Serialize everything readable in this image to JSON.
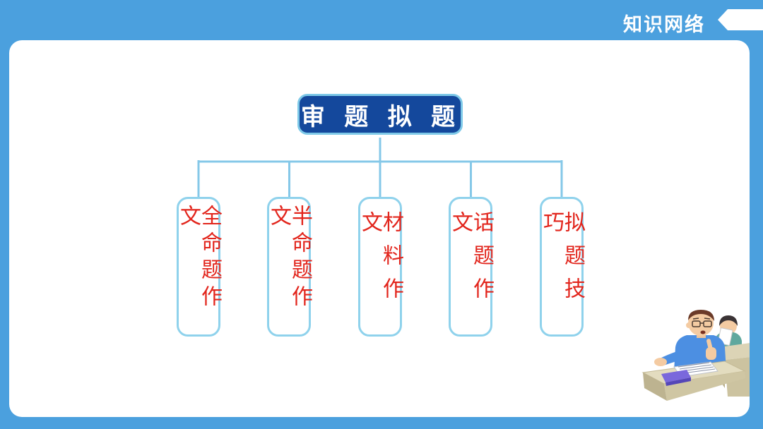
{
  "header": {
    "title": "知识网络",
    "icon": "arrow-left-tag-icon"
  },
  "diagram": {
    "root_label": "审 题 拟 题",
    "children": [
      {
        "label": "全命题作文"
      },
      {
        "label": "半命题作文"
      },
      {
        "label": "材料作文"
      },
      {
        "label": "话题作文"
      },
      {
        "label": "拟题技巧"
      }
    ]
  },
  "illustration": "students-writing-at-desks",
  "colors": {
    "background_blue": "#4BA0DE",
    "root_fill": "#14489C",
    "root_border": "#7EC9E8",
    "connector_blue": "#85C8E8",
    "node_border_blue": "#8FD2EC",
    "node_text_red": "#E2251C",
    "header_text": "#FFFFFF"
  }
}
